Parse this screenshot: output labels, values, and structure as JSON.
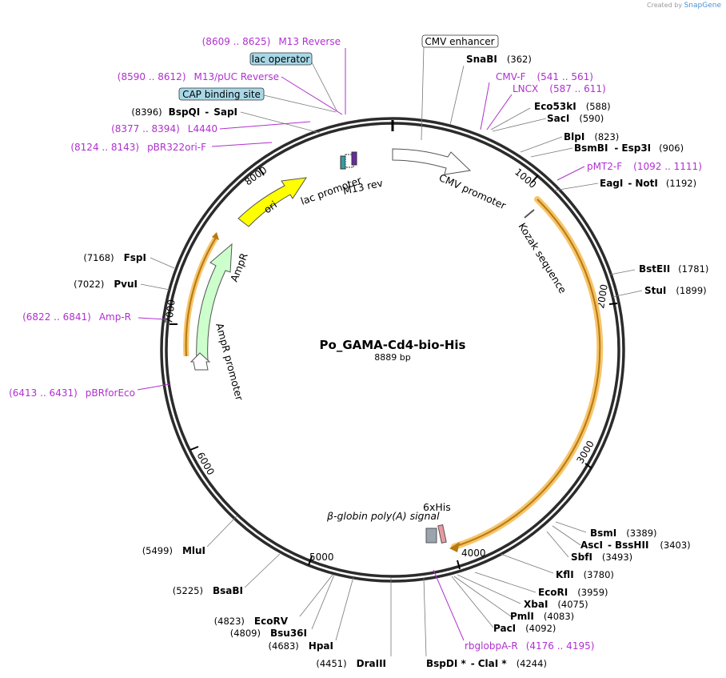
{
  "brand": {
    "created_by": "Created by",
    "name": "SnapGene"
  },
  "plasmid": {
    "name": "Po_GAMA-Cd4-bio-His",
    "length_label": "8889 bp"
  },
  "ticks": [
    "1000",
    "2000",
    "3000",
    "4000",
    "5000",
    "6000",
    "7000",
    "8000"
  ],
  "features": {
    "cmv_enhancer": "CMV enhancer",
    "cmv_promoter": "CMV promoter",
    "kozak": "Kozak sequence",
    "his": "6xHis",
    "bglobin": "β-globin poly(A) signal",
    "ampr": "AmpR",
    "ampr_promoter": "AmpR promoter",
    "ori": "ori",
    "lac_promoter": "lac promoter",
    "m13_rev": "M13 rev",
    "lac_operator": "lac operator",
    "cap_site": "CAP binding site"
  },
  "sites": {
    "snabi": {
      "name": "SnaBI",
      "pos": "(362)"
    },
    "eco53ki": {
      "name": "Eco53kI",
      "pos": "(588)"
    },
    "saci": {
      "name": "SacI",
      "pos": "(590)"
    },
    "blpi": {
      "name": "BlpI",
      "pos": "(823)"
    },
    "bsmbi": {
      "name": "BsmBI",
      "sep": "-",
      "name2": "Esp3I",
      "pos": "(906)"
    },
    "eagi": {
      "name": "EagI",
      "sep": "-",
      "name2": "NotI",
      "pos": "(1192)"
    },
    "bsteii": {
      "name": "BstEII",
      "pos": "(1781)"
    },
    "stui": {
      "name": "StuI",
      "pos": "(1899)"
    },
    "bsmi": {
      "name": "BsmI",
      "pos": "(3389)"
    },
    "asci": {
      "name": "AscI",
      "sep": "-",
      "name2": "BssHII",
      "pos": "(3403)"
    },
    "sbfi": {
      "name": "SbfI",
      "pos": "(3493)"
    },
    "kfli": {
      "name": "KflI",
      "pos": "(3780)"
    },
    "ecori": {
      "name": "EcoRI",
      "pos": "(3959)"
    },
    "xbai": {
      "name": "XbaI",
      "pos": "(4075)"
    },
    "pmli": {
      "name": "PmlI",
      "pos": "(4083)"
    },
    "paci": {
      "name": "PacI",
      "pos": "(4092)"
    },
    "bspdi": {
      "name": "BspDI *",
      "sep": "-",
      "name2": "ClaI *",
      "pos": "(4244)"
    },
    "draiii": {
      "name": "DraIII",
      "pos": "(4451)"
    },
    "hpai": {
      "name": "HpaI",
      "pos": "(4683)"
    },
    "bsu36i": {
      "name": "Bsu36I",
      "pos": "(4809)"
    },
    "ecorv": {
      "name": "EcoRV",
      "pos": "(4823)"
    },
    "bsabi": {
      "name": "BsaBI",
      "pos": "(5225)"
    },
    "mlui": {
      "name": "MluI",
      "pos": "(5499)"
    },
    "pvui": {
      "name": "PvuI",
      "pos": "(7022)"
    },
    "fspi": {
      "name": "FspI",
      "pos": "(7168)"
    },
    "bspqi": {
      "name": "BspQI",
      "sep": "-",
      "name2": "SapI",
      "pos": "(8396)"
    }
  },
  "primers": {
    "m13_reverse": {
      "name": "M13 Reverse",
      "range": "(8609 .. 8625)"
    },
    "m13_puc": {
      "name": "M13/pUC Reverse",
      "range": "(8590 .. 8612)"
    },
    "l4440": {
      "name": "L4440",
      "range": "(8377 .. 8394)"
    },
    "pbr322": {
      "name": "pBR322ori-F",
      "range": "(8124 .. 8143)"
    },
    "cmvf": {
      "name": "CMV-F",
      "range": "(541 .. 561)"
    },
    "lncx": {
      "name": "LNCX",
      "range": "(587 .. 611)"
    },
    "pmt2f": {
      "name": "pMT2-F",
      "range": "(1092 .. 1111)"
    },
    "ampr_p": {
      "name": "Amp-R",
      "range": "(6822 .. 6841)"
    },
    "pbrforeco": {
      "name": "pBRforEco",
      "range": "(6413 .. 6431)"
    },
    "rbglob": {
      "name": "rbglobpA-R",
      "range": "(4176 .. 4195)"
    }
  },
  "colors": {
    "backbone": "#2b2b2b",
    "primer": "#b030d0",
    "ori": "#ffff00",
    "ampr": "#ccffcc",
    "orf_glow": "#f7c46a",
    "orf_line": "#b57a10",
    "lac_box": "#a8d8e8"
  }
}
